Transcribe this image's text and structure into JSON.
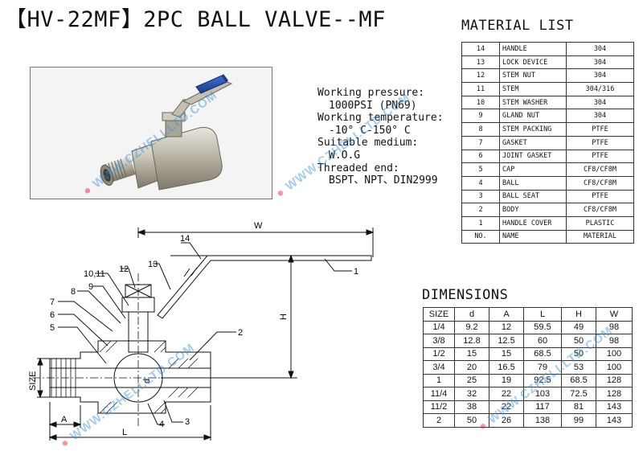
{
  "title": "【HV-22MF】2PC BALL VALVE--MF",
  "specs": {
    "pressure_label": "Working pressure:",
    "pressure_value": "1000PSI (PN69)",
    "temperature_label": "Working temperature:",
    "temperature_value": "-10° C-150° C",
    "medium_label": "Suitable medium:",
    "medium_value": "W.O.G",
    "thread_label": "Threaded end:",
    "thread_value": "BSPT、NPT、DIN2999"
  },
  "material_list": {
    "title": "MATERIAL LIST",
    "rows": [
      {
        "no": "14",
        "name": "HANDLE",
        "material": "304"
      },
      {
        "no": "13",
        "name": "LOCK DEVICE",
        "material": "304"
      },
      {
        "no": "12",
        "name": "STEM NUT",
        "material": "304"
      },
      {
        "no": "11",
        "name": "STEM",
        "material": "304/316"
      },
      {
        "no": "10",
        "name": "STEM WASHER",
        "material": "304"
      },
      {
        "no": "9",
        "name": "GLAND NUT",
        "material": "304"
      },
      {
        "no": "8",
        "name": "STEM PACKING",
        "material": "PTFE"
      },
      {
        "no": "7",
        "name": "GASKET",
        "material": "PTFE"
      },
      {
        "no": "6",
        "name": "JOINT GASKET",
        "material": "PTFE"
      },
      {
        "no": "5",
        "name": "CAP",
        "material": "CF8/CF8M"
      },
      {
        "no": "4",
        "name": "BALL",
        "material": "CF8/CF8M"
      },
      {
        "no": "3",
        "name": "BALL SEAT",
        "material": "PTFE"
      },
      {
        "no": "2",
        "name": "BODY",
        "material": "CF8/CF8M"
      },
      {
        "no": "1",
        "name": "HANDLE COVER",
        "material": "PLASTIC"
      }
    ],
    "header": {
      "no": "NO.",
      "name": "NAME",
      "material": "MATERIAL"
    }
  },
  "dimensions": {
    "title": "DIMENSIONS",
    "headers": [
      "SIZE",
      "d",
      "A",
      "L",
      "H",
      "W"
    ],
    "rows": [
      [
        "1/4",
        "9.2",
        "12",
        "59.5",
        "49",
        "98"
      ],
      [
        "3/8",
        "12.8",
        "12.5",
        "60",
        "50",
        "98"
      ],
      [
        "1/2",
        "15",
        "15",
        "68.5",
        "50",
        "100"
      ],
      [
        "3/4",
        "20",
        "16.5",
        "79",
        "53",
        "100"
      ],
      [
        "1",
        "25",
        "19",
        "92.5",
        "68.5",
        "128"
      ],
      [
        "11/4",
        "32",
        "22",
        "103",
        "72.5",
        "128"
      ],
      [
        "11/2",
        "38",
        "22",
        "117",
        "81",
        "143"
      ],
      [
        "2",
        "50",
        "26",
        "138",
        "99",
        "143"
      ]
    ]
  },
  "drawing": {
    "callouts": [
      "1",
      "2",
      "3",
      "4",
      "5",
      "6",
      "7",
      "8",
      "9",
      "10,11",
      "12",
      "13",
      "14"
    ],
    "dim_labels": {
      "w": "W",
      "h": "H",
      "l": "L",
      "a": "A",
      "size": "SIZE",
      "d": "d"
    }
  },
  "watermark": {
    "text": "WWW.CZHELI.LTD.COM",
    "color": "#3a8fd6"
  }
}
